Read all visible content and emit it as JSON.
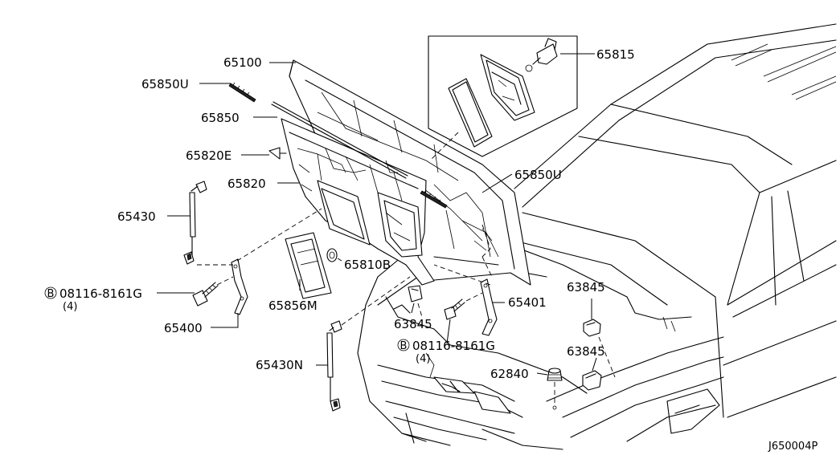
{
  "labels": {
    "p65100": "65100",
    "p65850U_a": "65850U",
    "p65850": "65850",
    "p65820E": "65820E",
    "p65820": "65820",
    "p65430": "65430",
    "p65815": "65815",
    "p65850U_b": "65850U",
    "p65810B": "65810B",
    "p65856M": "65856M",
    "p65400": "65400",
    "p65430N": "65430N",
    "p63845_a": "63845",
    "p63845_b": "63845",
    "p63845_c": "63845",
    "p65401": "65401",
    "p62840": "62840",
    "bolt_left": "08116-8161G",
    "bolt_left_qty": "(4)",
    "bolt_right": "08116-8161G",
    "bolt_right_qty": "(4)",
    "bolt_badge": "B"
  },
  "reference_code": "J650004P"
}
